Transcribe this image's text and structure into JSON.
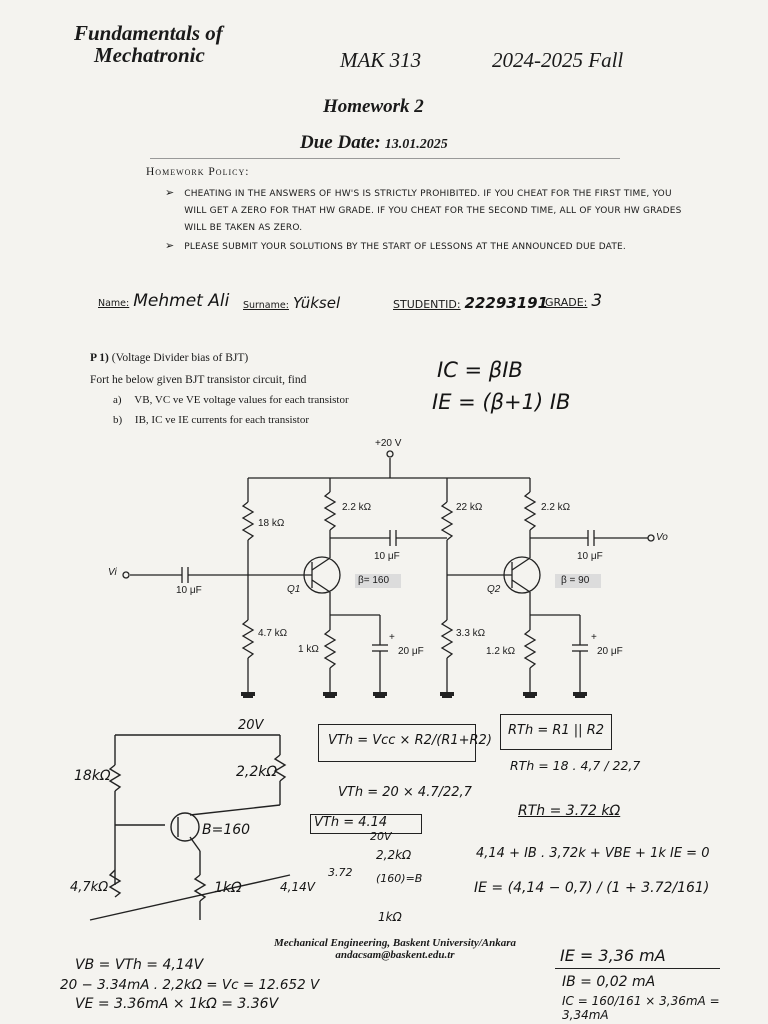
{
  "header": {
    "course_name": "Fundamentals of\nMechatronic",
    "course_code": "MAK 313",
    "term": "2024-2025 Fall",
    "title": "Homework 2",
    "due_label": "Due Date:",
    "due_date": "13.01.2025"
  },
  "policy": {
    "heading": "Homework Policy:",
    "items": [
      "Cheating in the answers of HW's is strictly prohibited. If you cheat for the first time, you will get a zero for that HW grade. If you cheat for the second time, all of your HW grades will be taken as zero.",
      "Please submit your solutions by the start of lessons at the announced due date."
    ]
  },
  "student": {
    "name_label": "Name:",
    "name_value": "Mehmet Ali",
    "surname_label": "Surname:",
    "surname_value": "Yüksel",
    "id_label": "STUDENTID:",
    "id_value": "22293191",
    "grade_label": "GRADE:",
    "grade_value": "3"
  },
  "problem": {
    "title": "P 1)",
    "subtitle": "(Voltage Divider bias of BJT)",
    "intro": "Fort he below given BJT transistor circuit, find",
    "item_a_label": "a)",
    "item_a": "VB, VC ve VE voltage values for each transistor",
    "item_b_label": "b)",
    "item_b": "IB, IC ve IE currents for each transistor"
  },
  "circuit": {
    "supply": "+20 V",
    "r1a": "18 kΩ",
    "r2a": "4.7 kΩ",
    "rca": "2.2 kΩ",
    "rea": "1 kΩ",
    "r1b": "22 kΩ",
    "r2b": "3.3 kΩ",
    "rcb": "2.2 kΩ",
    "reb": "1.2 kΩ",
    "cin": "10 μF",
    "cc": "10 μF",
    "cout": "10 μF",
    "ce1": "20 μF",
    "ce2": "20 μF",
    "vin": "Vi",
    "vout": "Vo",
    "q1": "Q1",
    "q2": "Q2",
    "beta1": "β= 160",
    "beta2": "β = 90",
    "plus": "+"
  },
  "handwritten": {
    "ic_eq": "IC = βIB",
    "ie_eq": "IE = (β+1) IB",
    "sketch_supply": "20V",
    "sketch_r1": "18kΩ",
    "sketch_r2": "4,7kΩ",
    "sketch_rc": "2,2kΩ",
    "sketch_re": "1kΩ",
    "sketch_beta": "B=160",
    "vth_formula": "VTh = Vcc × R2/(R1+R2)",
    "vth_sub": "VTh = 20 × 4.7/22,7",
    "vth_res": "VTh = 4.14",
    "rth_formula": "RTh = R1 || R2",
    "rth_sub": "RTh = 18 . 4,7 / 22,7",
    "rth_res": "RTh = 3.72 kΩ",
    "th_20v": "20V",
    "th_rc": "2,2kΩ",
    "th_372": "3.72",
    "th_vth": "4,14V",
    "th_beta": "(160)=B",
    "th_re": "1kΩ",
    "kvl": "4,14 + IB . 3,72k + VBE + 1k IE = 0",
    "ie_calc": "IE = (4,14 − 0,7) / (1 + 3.72/161)",
    "ie_res": "IE = 3,36 mA",
    "ib_res": "IB = 0,02 mA",
    "ic_res": "IC = 160/161 × 3,36mA = 3,34mA",
    "vb_res": "VB = VTh = 4,14V",
    "vc_res": "20 − 3.34mA . 2,2kΩ = Vc = 12.652 V",
    "ve_res": "VE = 3.36mA × 1kΩ = 3.36V"
  },
  "footer": {
    "line1": "Mechanical Engineering, Baskent University/Ankara",
    "line2": "andacsam@baskent.edu.tr"
  }
}
